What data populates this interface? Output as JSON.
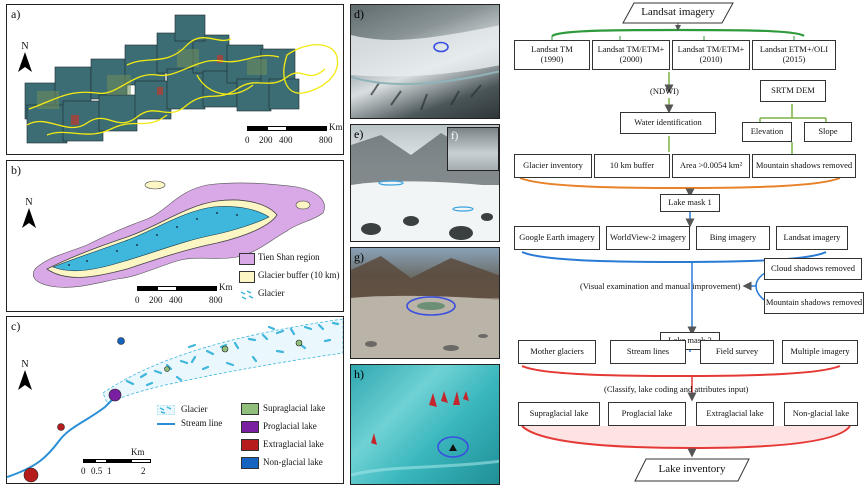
{
  "panel_a": {
    "label": "a)",
    "north": "N",
    "scale_unit": "Km",
    "scale_ticks": [
      "0",
      "200",
      "400",
      "800"
    ]
  },
  "panel_b": {
    "label": "b)",
    "north": "N",
    "scale_unit": "Km",
    "scale_ticks": [
      "0",
      "200",
      "400",
      "800"
    ],
    "legend": [
      {
        "label": "Tien Shan region",
        "color": "#d9a8e6"
      },
      {
        "label": "Glacier buffer (10 km)",
        "color": "#fbf6c4"
      },
      {
        "label": "Glacier",
        "color": "#3fb6dc"
      }
    ]
  },
  "panel_c": {
    "label": "c)",
    "north": "N",
    "scale_unit": "Km",
    "scale_ticks": [
      "0",
      "0.5",
      "1",
      "2"
    ],
    "legend": [
      {
        "label": "Glacier",
        "color": "#3fb6dc"
      },
      {
        "label": "Stream line",
        "color": "#2a8fd6"
      },
      {
        "label": "Supraglacial lake",
        "color": "#8fbf7a"
      },
      {
        "label": "Proglacial lake",
        "color": "#7b1fa2"
      },
      {
        "label": "Extraglacial lake",
        "color": "#b71c1c"
      },
      {
        "label": "Non-glacial lake",
        "color": "#1565c0"
      }
    ]
  },
  "photos": {
    "d": "d)",
    "e": "e)",
    "f": "f)",
    "g": "g)",
    "h": "h)"
  },
  "flow": {
    "top": "Landsat imagery",
    "sources": [
      "Landsat TM\n(1990)",
      "Landsat TM/ETM+\n(2000)",
      "Landsat TM/ETM+\n(2010)",
      "Landsat ETM+/OLI\n(2015)"
    ],
    "ndwi": "(NDWI)",
    "srtm": "SRTM DEM",
    "water": "Water identification",
    "elevation": "Elevation",
    "slope": "Slope",
    "row3": [
      "Glacier inventory",
      "10 km buffer",
      "Area >0.0054 km²",
      "Mountain shadows removed"
    ],
    "mask1": "Lake mask 1",
    "row4": [
      "Google Earth imagery",
      "WorldView-2 imagery",
      "Bing imagery",
      "Landsat imagery"
    ],
    "cloud": "Cloud shadows removed",
    "mountain2": "Mountain shadows removed",
    "visual": "(Visual examination and manual improvement)",
    "mask2": "Lake mask 2",
    "row5": [
      "Mother glaciers",
      "Stream lines",
      "Field survey",
      "Multiple imagery"
    ],
    "classify": "(Classify, lake coding and attributes input)",
    "row6": [
      "Supraglacial lake",
      "Proglacial lake",
      "Extraglacial lake",
      "Non-glacial lake"
    ],
    "bottom": "Lake inventory"
  }
}
